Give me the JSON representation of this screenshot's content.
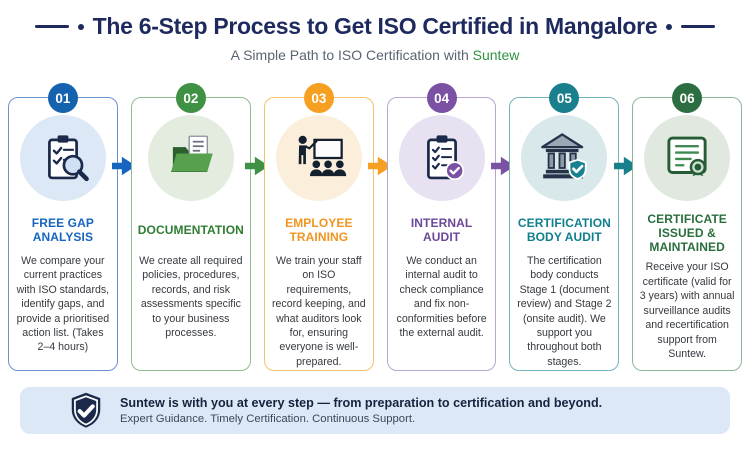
{
  "header": {
    "title": "The 6-Step Process to Get ISO Certified in Mangalore",
    "subtitle_prefix": "A Simple Path to ISO Certification with",
    "brand": "Suntew"
  },
  "colors": {
    "navy": "#1e2a5e",
    "subtitleGray": "#5a6472",
    "brandGreen": "#2f9340",
    "footerBg": "#dce8f6",
    "bodyText": "#35393f",
    "shieldNavy": "#1b2a4a",
    "footerBold": "#16233f",
    "footerSub": "#3e4756"
  },
  "steps": [
    {
      "num": "01",
      "title": "FREE GAP ANALYSIS",
      "body": "We compare your current practices with ISO standards, identify gaps, and provide a prioritised action list. (Takes 2–4 hours)",
      "icon": "clipboard-magnifier",
      "colors": {
        "badge": "#1563af",
        "border": "#6d93cc",
        "circle": "#dce8f6",
        "title": "#1565c0"
      }
    },
    {
      "num": "02",
      "title": "DOCUMENTATION",
      "body": "We create all required policies, procedures, records, and risk assessments specific to your business processes.",
      "icon": "folder-documents",
      "colors": {
        "badge": "#3f9143",
        "border": "#90bd91",
        "circle": "#e3ecdf",
        "title": "#2e7d32"
      }
    },
    {
      "num": "03",
      "title": "EMPLOYEE TRAINING",
      "body": "We train your staff on ISO requirements, record keeping, and what auditors look for, ensuring everyone is well-prepared.",
      "icon": "trainer-whiteboard",
      "colors": {
        "badge": "#f5a021",
        "border": "#f3c36b",
        "circle": "#fbeeda",
        "title": "#f0941f"
      }
    },
    {
      "num": "04",
      "title": "INTERNAL AUDIT",
      "body": "We conduct an internal audit to check compliance and fix non-conformities before the external audit.",
      "icon": "checklist-check",
      "colors": {
        "badge": "#7b52a3",
        "border": "#b7a6d3",
        "circle": "#e7e1f1",
        "title": "#6b4899"
      }
    },
    {
      "num": "05",
      "title": "CERTIFICATION BODY AUDIT",
      "body": "The certification body conducts Stage 1 (document review) and Stage 2 (onsite audit). We support you throughout both stages.",
      "icon": "bank-shield",
      "colors": {
        "badge": "#1a7f8d",
        "border": "#74b2bc",
        "circle": "#d9e8ea",
        "title": "#0f7f8e"
      }
    },
    {
      "num": "06",
      "title": "CERTIFICATE ISSUED & MAINTAINED",
      "body": "Receive your ISO certificate (valid for 3 years) with annual surveillance audits and recertification support from Suntew.",
      "icon": "certificate-ribbon",
      "colors": {
        "badge": "#2c6e42",
        "border": "#8cb795",
        "circle": "#e0e8e0",
        "title": "#2a6e3f"
      }
    }
  ],
  "arrows": [
    {
      "color": "#1565c0"
    },
    {
      "color": "#3f9143"
    },
    {
      "color": "#f5a021"
    },
    {
      "color": "#7b52a3"
    },
    {
      "color": "#1a7f8d"
    }
  ],
  "footer": {
    "bold_line": "Suntew is with you at every step — from preparation to certification and beyond.",
    "sub_line": "Expert Guidance. Timely Certification. Continuous Support."
  }
}
